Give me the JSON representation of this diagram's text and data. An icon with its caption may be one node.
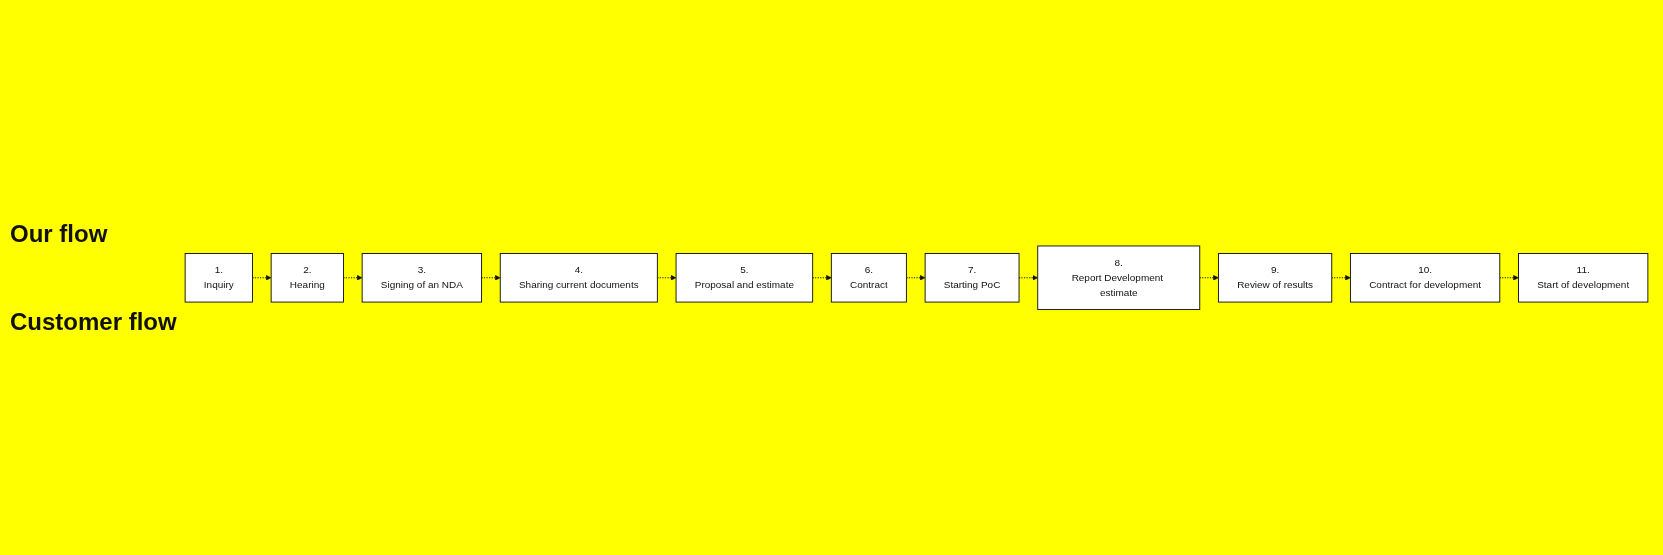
{
  "diagram": {
    "nodes": [
      {
        "text": [
          "1.",
          "Inquiry"
        ]
      },
      {
        "text": [
          "2.",
          "Hearing"
        ]
      },
      {
        "text": [
          "3.",
          "Signing of an NDA"
        ]
      },
      {
        "text": [
          "4.",
          "Sharing current documents"
        ]
      },
      {
        "text": [
          "5.",
          "Proposal and estimate"
        ]
      },
      {
        "text": [
          "6.",
          "Contract"
        ]
      },
      {
        "text": [
          "7.",
          "Starting PoC"
        ]
      },
      {
        "text": [
          "8.",
          "Report Development estimate"
        ]
      },
      {
        "text": [
          "9.",
          "Review of results"
        ]
      },
      {
        "text": [
          "10.",
          "Contract for development"
        ]
      },
      {
        "text": [
          "11.",
          "Start of development"
        ]
      }
    ],
    "edges": [
      {
        "from": 0,
        "to": 1,
        "arrow": "to",
        "style": "dashed"
      },
      {
        "from": 1,
        "to": 2,
        "arrow": "to",
        "style": "dashed"
      },
      {
        "from": 2,
        "to": 3,
        "arrow": "to",
        "style": "dashed"
      },
      {
        "from": 3,
        "to": 4,
        "arrow": "to",
        "style": "dashed"
      },
      {
        "from": 4,
        "to": 5,
        "arrow": "to",
        "style": "dashed"
      },
      {
        "from": 5,
        "to": 6,
        "arrow": "to",
        "style": "dashed"
      },
      {
        "from": 6,
        "to": 7,
        "arrow": "to",
        "style": "dashed"
      },
      {
        "from": 7,
        "to": 8,
        "arrow": "to",
        "style": "dashed"
      },
      {
        "from": 8,
        "to": 9,
        "arrow": "to",
        "style": "dashed"
      },
      {
        "from": 9,
        "to": 10,
        "arrow": "to",
        "style": "dashed"
      }
    ],
    "labels": [
      "Our flow",
      "Customer flow"
    ]
  }
}
